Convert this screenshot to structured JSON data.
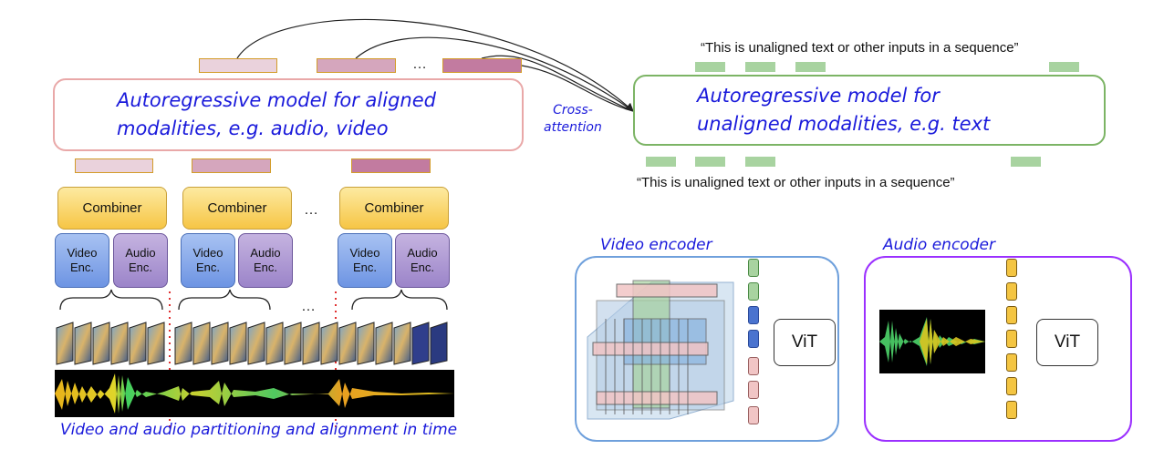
{
  "aligned_model": {
    "label": "Autoregressive model for aligned modalities, e.g. audio, video"
  },
  "unaligned_model": {
    "label": "Autoregressive model for unaligned modalities, e.g. text"
  },
  "cross_attention": {
    "label": "Cross-\nattention"
  },
  "text_sequence": {
    "top": "“This is unaligned text or other inputs in a sequence”",
    "bottom": "“This is unaligned text or other inputs in a sequence”"
  },
  "ellipsis": "…",
  "combiner": {
    "label": "Combiner"
  },
  "video_enc": {
    "label": "Video\nEnc."
  },
  "audio_enc": {
    "label": "Audio\nEnc."
  },
  "partition_caption": "Video and audio partitioning and alignment in time",
  "video_encoder": {
    "title": "Video encoder",
    "vit": "ViT"
  },
  "audio_encoder": {
    "title": "Audio encoder",
    "vit": "ViT"
  },
  "colors": {
    "aligned_border": "#e9a8a8",
    "unaligned_border": "#7cb465",
    "caption": "#1a1adb",
    "video_panel": "#6fa0dc",
    "audio_panel": "#9b30ff"
  }
}
